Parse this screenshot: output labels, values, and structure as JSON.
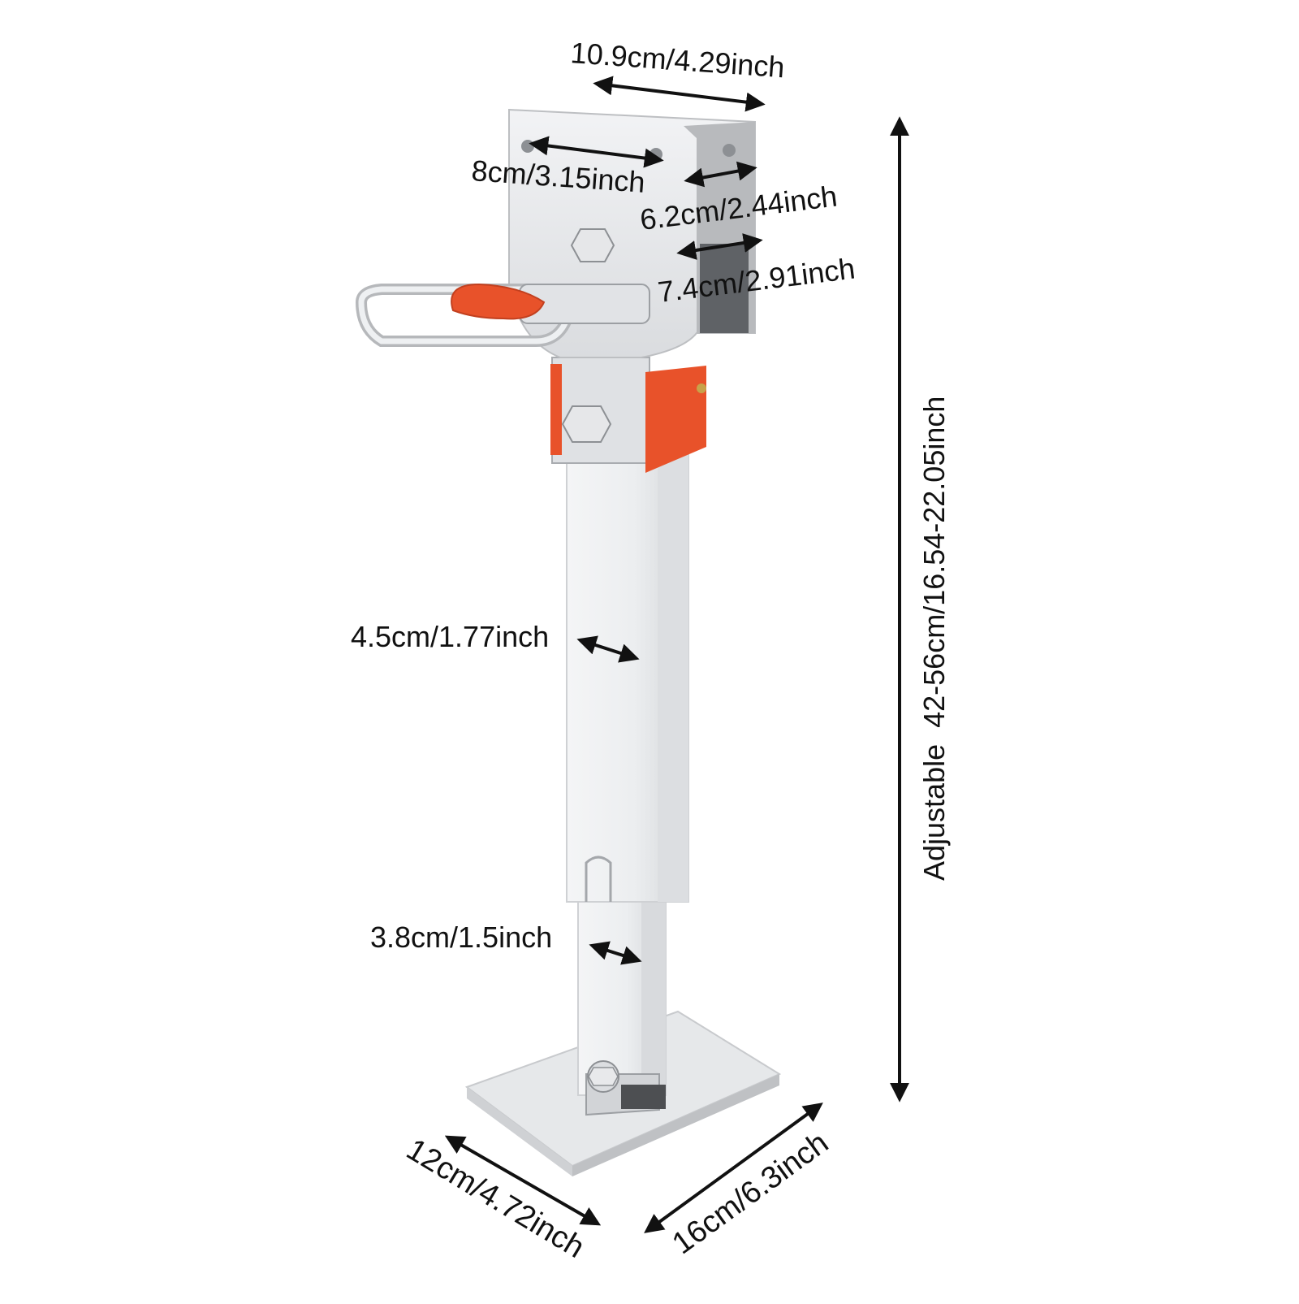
{
  "product": {
    "name": "trailer-swivel-jack-stand",
    "colors": {
      "metal": "#e9eaec",
      "metal_shade": "#c9cbce",
      "metal_dark": "#8d9094",
      "accent": "#e8522a",
      "line": "#111111",
      "background": "#ffffff"
    }
  },
  "dimensions": {
    "top_width": "10.9cm/4.29inch",
    "hole_spacing": "8cm/3.15inch",
    "inner_width": "6.2cm/2.44inch",
    "outer_width": "7.4cm/2.91inch",
    "outer_tube": "4.5cm/1.77inch",
    "inner_tube": "3.8cm/1.5inch",
    "height": "Adjustable  42-56cm/16.54-22.05inch",
    "base_depth": "12cm/4.72inch",
    "base_width": "16cm/6.3inch"
  }
}
